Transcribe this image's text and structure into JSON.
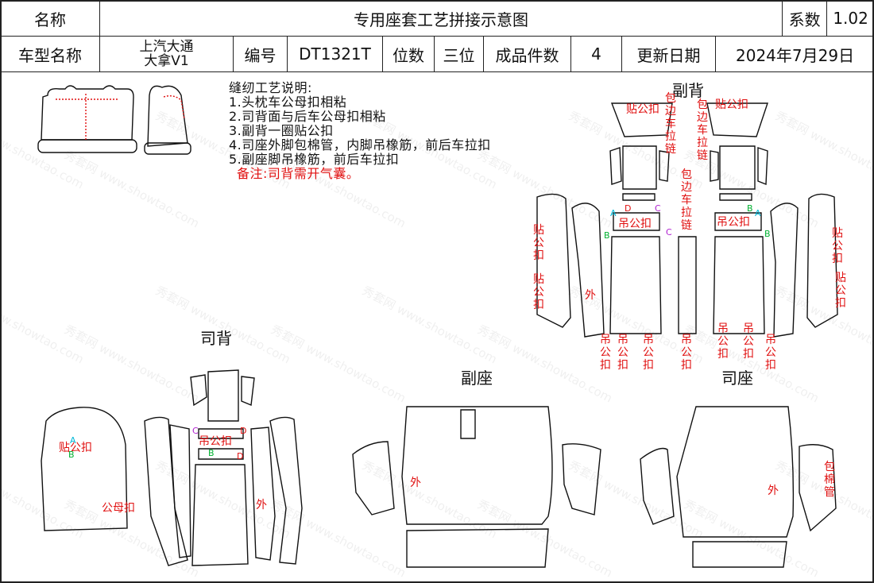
{
  "header": {
    "name_label": "名称",
    "title": "专用座套工艺拼接示意图",
    "coef_label": "系数",
    "coef_value": "1.02",
    "model_label": "车型名称",
    "model_value_line1": "上汽大通",
    "model_value_line2": "大拿V1",
    "code_label": "编号",
    "code_value": "DT1321T",
    "seat_label": "位数",
    "seat_value": "三位",
    "pieces_label": "成品件数",
    "pieces_value": "4",
    "date_label": "更新日期",
    "date_value": "2024年7月29日"
  },
  "notes": {
    "heading": "缝纫工艺说明:",
    "items": [
      "1.头枕车公母扣相粘",
      "2.司背面与后车公母扣相粘",
      "3.副背一圈贴公扣",
      "4.司座外脚包棉管，内脚吊橡筋，前后车拉扣",
      "5.副座脚吊橡筋，前后车拉扣"
    ],
    "remark": "备注:司背需开气囊。"
  },
  "sections": {
    "driver_back": "司背",
    "passenger_back": "副背",
    "passenger_seat": "副座",
    "driver_seat": "司座"
  },
  "labels": {
    "tie_hook": "贴公扣",
    "hang_hook": "吊公扣",
    "male_female_hook": "公母扣",
    "outer": "外",
    "edge_zip": "包边车拉链",
    "cotton_tube": "包棉管"
  },
  "markers": [
    "A",
    "B",
    "C",
    "D"
  ],
  "colors": {
    "red": "#e01010",
    "marker_a": "#00b8d8",
    "marker_b": "#00b030",
    "marker_c": "#b020d0",
    "marker_d": "#e01010",
    "line": "#111111"
  },
  "watermark": "秀套网 www.showtao.com"
}
